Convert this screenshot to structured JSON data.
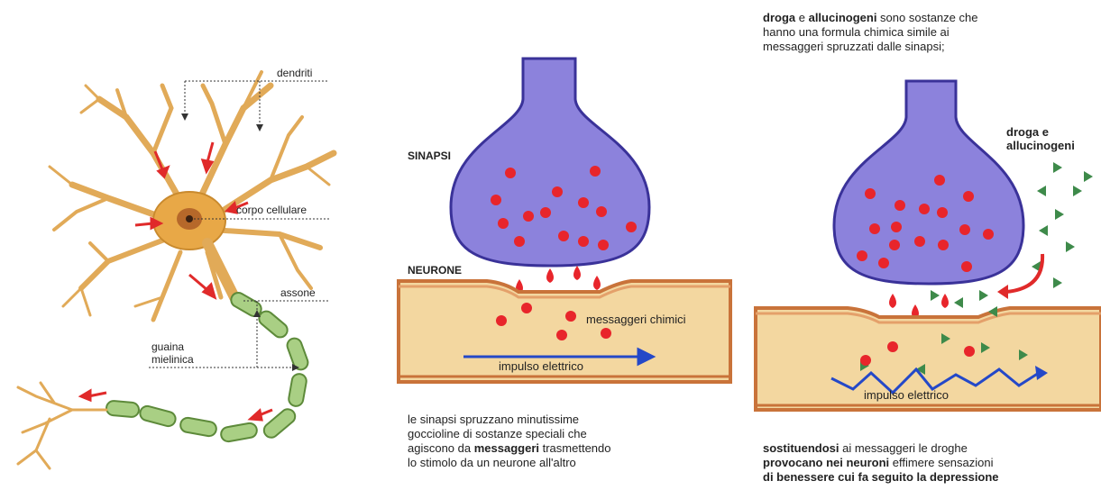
{
  "neuron": {
    "dendrites": "dendriti",
    "cell_body": "corpo cellulare",
    "axon": "assone",
    "myelin_line1": "guaina",
    "myelin_line2": "mielinica"
  },
  "synapse": {
    "synapse_label": "SINAPSI",
    "neuron_label": "NEURONE",
    "messengers": "messaggeri chimici",
    "impulse": "impulso elettrico",
    "caption": {
      "p1": "le sinapsi spruzzano minutissime",
      "p2": "goccioline di sostanze speciali che",
      "p3a": "agiscono da ",
      "p3b": "messaggeri",
      "p3c": " trasmettendo",
      "p4": "lo stimolo da un neurone all'altro"
    }
  },
  "drugs": {
    "top": {
      "t1a": "droga",
      "t1b": " e ",
      "t1c": "allucinogeni",
      "t1d": " sono sostanze che",
      "t2": "hanno una formula chimica simile ai",
      "t3": "messaggeri spruzzati dalle sinapsi;"
    },
    "label_line1": "droga e",
    "label_line2": "allucinogeni",
    "impulse": "impulso elettrico",
    "caption": {
      "c1a": "sostituendosi",
      "c1b": " ai messaggeri le droghe",
      "c2a": "provocano nei neuroni",
      "c2b": " effimere sensazioni",
      "c3a": "di benessere cui fa seguito",
      "c3b": " la depressione"
    }
  },
  "colors": {
    "vesicle": "#7c72d2",
    "messenger": "#e8252b",
    "drug": "#3e8a4a",
    "membrane": "#d98c4a",
    "cytoplasm": "#f3d7a0",
    "impulse": "#2448c8",
    "myelin": "#9bc47a",
    "dendrite": "#e8b564"
  }
}
